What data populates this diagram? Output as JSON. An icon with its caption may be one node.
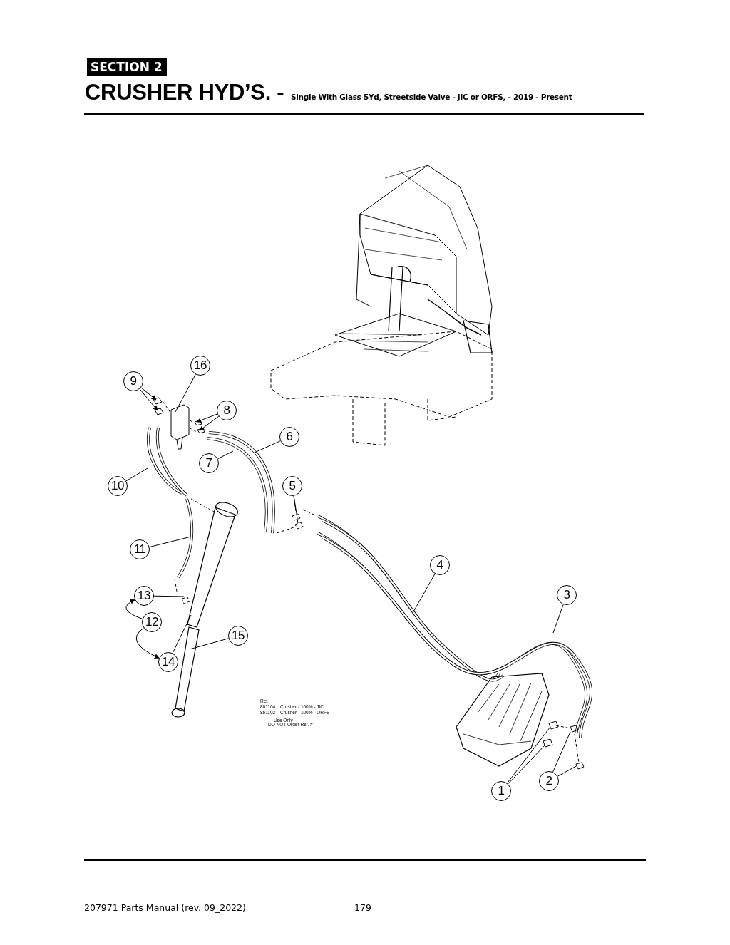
{
  "diagram": {
    "title": "CRUSHER HYD’S. -",
    "nodes": [
      {
        "text": [
          "16"
        ]
      },
      {
        "text": [
          "9"
        ]
      },
      {
        "text": [
          "8"
        ]
      },
      {
        "text": [
          "6"
        ]
      },
      {
        "text": [
          "7"
        ]
      },
      {
        "text": [
          "10"
        ]
      },
      {
        "text": [
          "5"
        ]
      },
      {
        "text": [
          "11"
        ]
      },
      {
        "text": [
          "4"
        ]
      },
      {
        "text": [
          "3"
        ]
      },
      {
        "text": [
          "13"
        ]
      },
      {
        "text": [
          "12"
        ]
      },
      {
        "text": [
          "15"
        ]
      },
      {
        "text": [
          "14"
        ]
      },
      {
        "text": [
          "1"
        ]
      },
      {
        "text": [
          "2"
        ]
      }
    ],
    "edges": [
      {
        "from": 0,
        "to": null,
        "arrow": "none"
      },
      {
        "from": 1,
        "to": null,
        "arrow": "to"
      },
      {
        "from": 1,
        "to": null,
        "arrow": "to"
      },
      {
        "from": 2,
        "to": null,
        "arrow": "to"
      },
      {
        "from": 2,
        "to": null,
        "arrow": "to"
      },
      {
        "from": 3,
        "to": null,
        "arrow": "none"
      },
      {
        "from": 4,
        "to": null,
        "arrow": "none"
      },
      {
        "from": 5,
        "to": null,
        "arrow": "none"
      },
      {
        "from": 6,
        "to": null,
        "arrow": "none"
      },
      {
        "from": 6,
        "to": null,
        "arrow": "none"
      },
      {
        "from": 7,
        "to": null,
        "arrow": "none"
      },
      {
        "from": 8,
        "to": null,
        "arrow": "none"
      },
      {
        "from": 9,
        "to": null,
        "arrow": "none"
      },
      {
        "from": 10,
        "to": null,
        "arrow": "none"
      },
      {
        "from": 11,
        "to": 10,
        "arrow": "to"
      },
      {
        "from": 11,
        "to": 13,
        "arrow": "to"
      },
      {
        "from": 12,
        "to": null,
        "arrow": "none"
      },
      {
        "from": 13,
        "to": null,
        "arrow": "none"
      },
      {
        "from": 14,
        "to": null,
        "arrow": "none"
      },
      {
        "from": 14,
        "to": null,
        "arrow": "none"
      },
      {
        "from": 15,
        "to": null,
        "arrow": "none"
      },
      {
        "from": 15,
        "to": null,
        "arrow": "none"
      }
    ],
    "labels": [
      "SECTION 2",
      "Single With Glass 5Yd, Streetside Valve - JIC or ORFS, - 2019 - Present",
      "Ref.",
      "861104",
      "Crusher - 100% - JIC",
      "861102",
      "Crusher - 100% - ORFS",
      "Use Only",
      "DO NOT Order Ref. #",
      "207971 Parts Manual (rev. 09_2022)",
      "179"
    ]
  }
}
